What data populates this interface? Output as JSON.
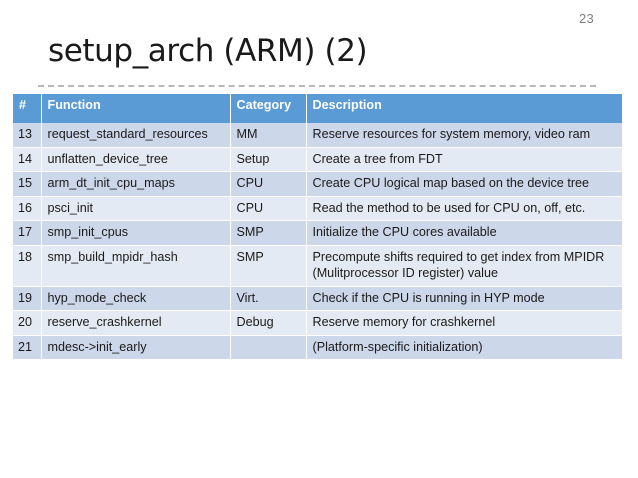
{
  "slide": {
    "title": "setup_arch (ARM) (2)",
    "page_number": "23",
    "accent_color": "#5b9bd5",
    "row_color_alt": "#ccd7e9",
    "row_color_base": "#e4eaf3"
  },
  "table": {
    "headers": {
      "num": "#",
      "function": "Function",
      "category": "Category",
      "description": "Description"
    },
    "rows": [
      {
        "num": "13",
        "function": "request_standard_resources",
        "category": "MM",
        "description": "Reserve resources for system memory, video ram"
      },
      {
        "num": "14",
        "function": "unflatten_device_tree",
        "category": "Setup",
        "description": "Create a tree from FDT"
      },
      {
        "num": "15",
        "function": "arm_dt_init_cpu_maps",
        "category": "CPU",
        "description": "Create CPU logical map based on the device tree"
      },
      {
        "num": "16",
        "function": "psci_init",
        "category": "CPU",
        "description": "Read the method to be used for CPU on, off, etc."
      },
      {
        "num": "17",
        "function": "smp_init_cpus",
        "category": "SMP",
        "description": "Initialize the CPU cores available"
      },
      {
        "num": "18",
        "function": "smp_build_mpidr_hash",
        "category": "SMP",
        "description": "Precompute shifts required to get index from MPIDR (Mulitprocessor ID register) value"
      },
      {
        "num": "19",
        "function": "hyp_mode_check",
        "category": "Virt.",
        "description": "Check if the CPU is running in HYP mode"
      },
      {
        "num": "20",
        "function": "reserve_crashkernel",
        "category": "Debug",
        "description": "Reserve memory for crashkernel"
      },
      {
        "num": "21",
        "function": "mdesc->init_early",
        "category": "",
        "description": "(Platform-specific initialization)"
      }
    ]
  }
}
